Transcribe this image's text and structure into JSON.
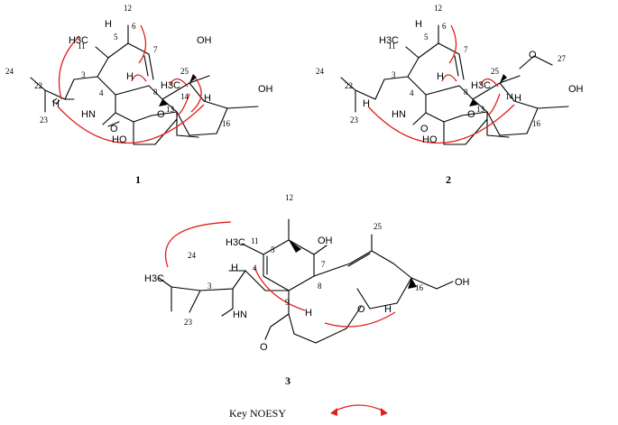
{
  "colors": {
    "noesy_arrow": "#e0201b",
    "bond": "#000000",
    "background": "#ffffff"
  },
  "legend": {
    "label": "Key NOESY",
    "icon": "red-double-headed-arrow-icon"
  },
  "compounds": [
    {
      "id": "1",
      "atom_numbers": [
        "12",
        "6",
        "7",
        "5",
        "11",
        "25",
        "24",
        "22",
        "3",
        "4",
        "8",
        "13",
        "14",
        "16",
        "23"
      ],
      "atom_labels": [
        "H",
        "H3C",
        "OH",
        "H",
        "H",
        "H3C",
        "HN",
        "O",
        "O",
        "H",
        "HO",
        "OH"
      ]
    },
    {
      "id": "2",
      "atom_numbers": [
        "12",
        "6",
        "7",
        "5",
        "11",
        "25",
        "27",
        "24",
        "22",
        "3",
        "4",
        "8",
        "13",
        "14",
        "16",
        "23"
      ],
      "atom_labels": [
        "H",
        "H3C",
        "O",
        "H",
        "H",
        "H3C",
        "HN",
        "O",
        "O",
        "H",
        "HO",
        "OH"
      ]
    },
    {
      "id": "3",
      "atom_numbers": [
        "12",
        "11",
        "5",
        "7",
        "25",
        "24",
        "3",
        "4",
        "8",
        "9",
        "16",
        "23"
      ],
      "atom_labels": [
        "OH",
        "H3C",
        "H",
        "H3C",
        "H",
        "HN",
        "O",
        "O",
        "H",
        "OH"
      ]
    }
  ]
}
